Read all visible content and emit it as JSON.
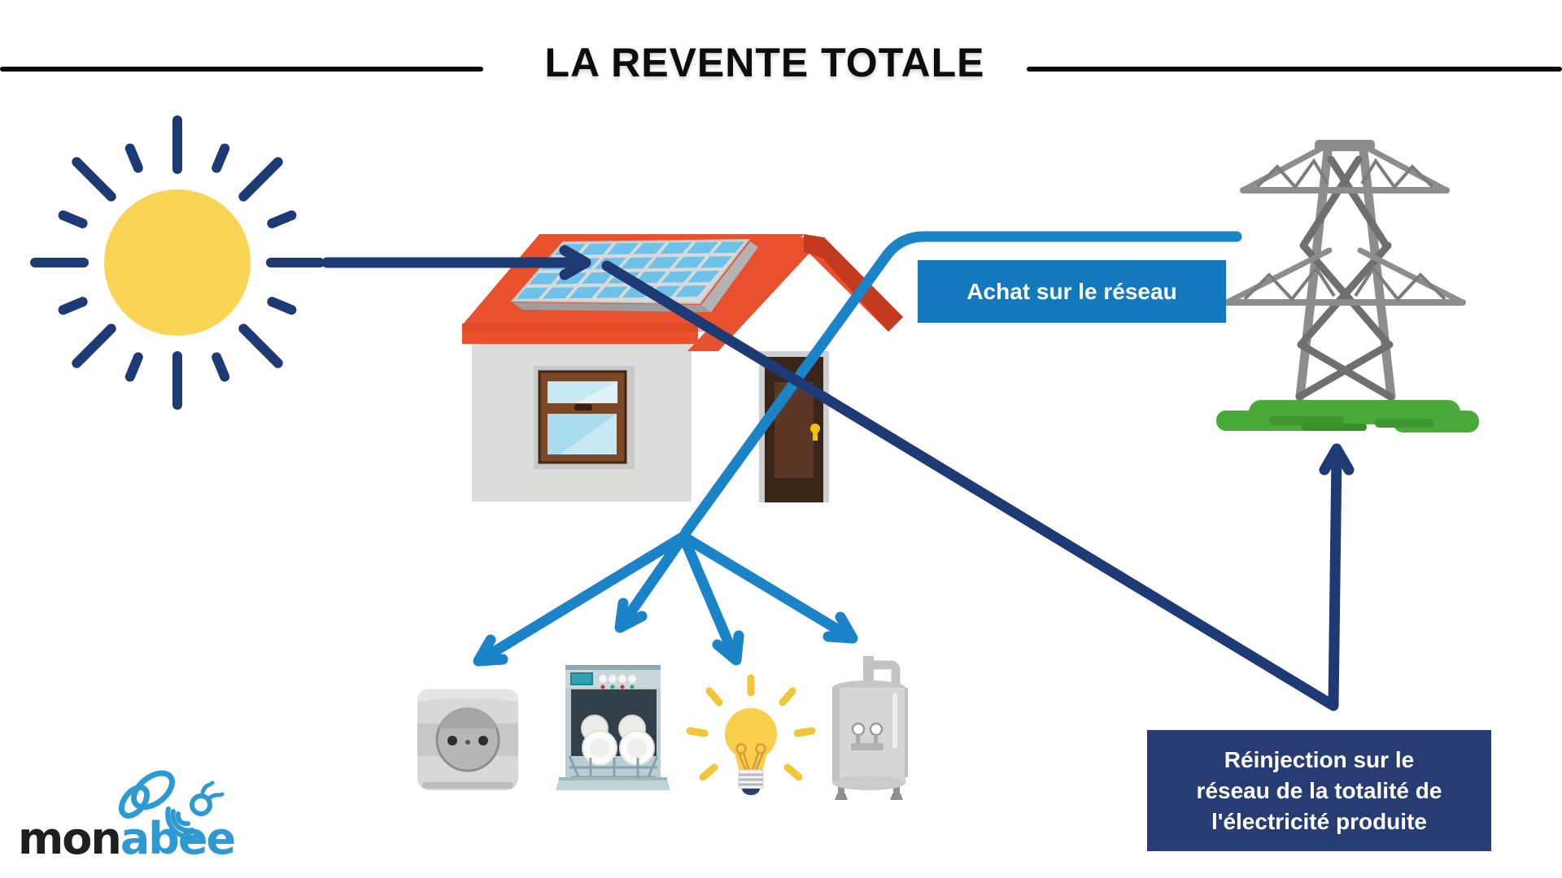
{
  "title": {
    "text": "LA REVENTE TOTALE"
  },
  "labels": {
    "achat": "Achat sur le réseau",
    "reinjection": "Réinjection sur le réseau de la totalité de l'électricité produite",
    "reinjection_lines": [
      "Réinjection sur le",
      "réseau de la totalité de",
      "l'électricité produite"
    ]
  },
  "logo": {
    "part1": "mon",
    "part2": "abee"
  },
  "icons": [
    "sun-icon",
    "house-icon",
    "solar-panel-icon",
    "pylon-icon",
    "power-socket-icon",
    "dishwasher-icon",
    "lightbulb-icon",
    "water-heater-icon",
    "bee-logo-icon"
  ],
  "colors": {
    "accent_blue": "#1b84c8",
    "achat_box_blue": "#1478bc",
    "navy": "#1e3a75",
    "reinjection_box_navy": "#263c72",
    "sun_yellow": "#f9d455",
    "roof_red": "#e8502e",
    "roof_dark_red": "#c43a1f",
    "grass_green": "#4aaa39",
    "logo_blue": "#2d9ad2"
  }
}
